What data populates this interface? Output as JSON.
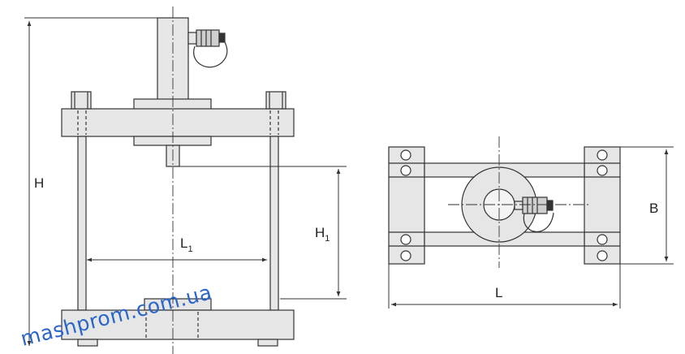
{
  "labels": {
    "H": "H",
    "H1_main": "H",
    "H1_sub": "1",
    "L1_main": "L",
    "L1_sub": "1",
    "L": "L",
    "B": "B"
  },
  "watermark": "mashprom.com.ua",
  "colors": {
    "line": "#333333",
    "fill": "#e6e6e6",
    "fill_dark": "#cfcfcf",
    "watermark": "#2a66c9"
  }
}
